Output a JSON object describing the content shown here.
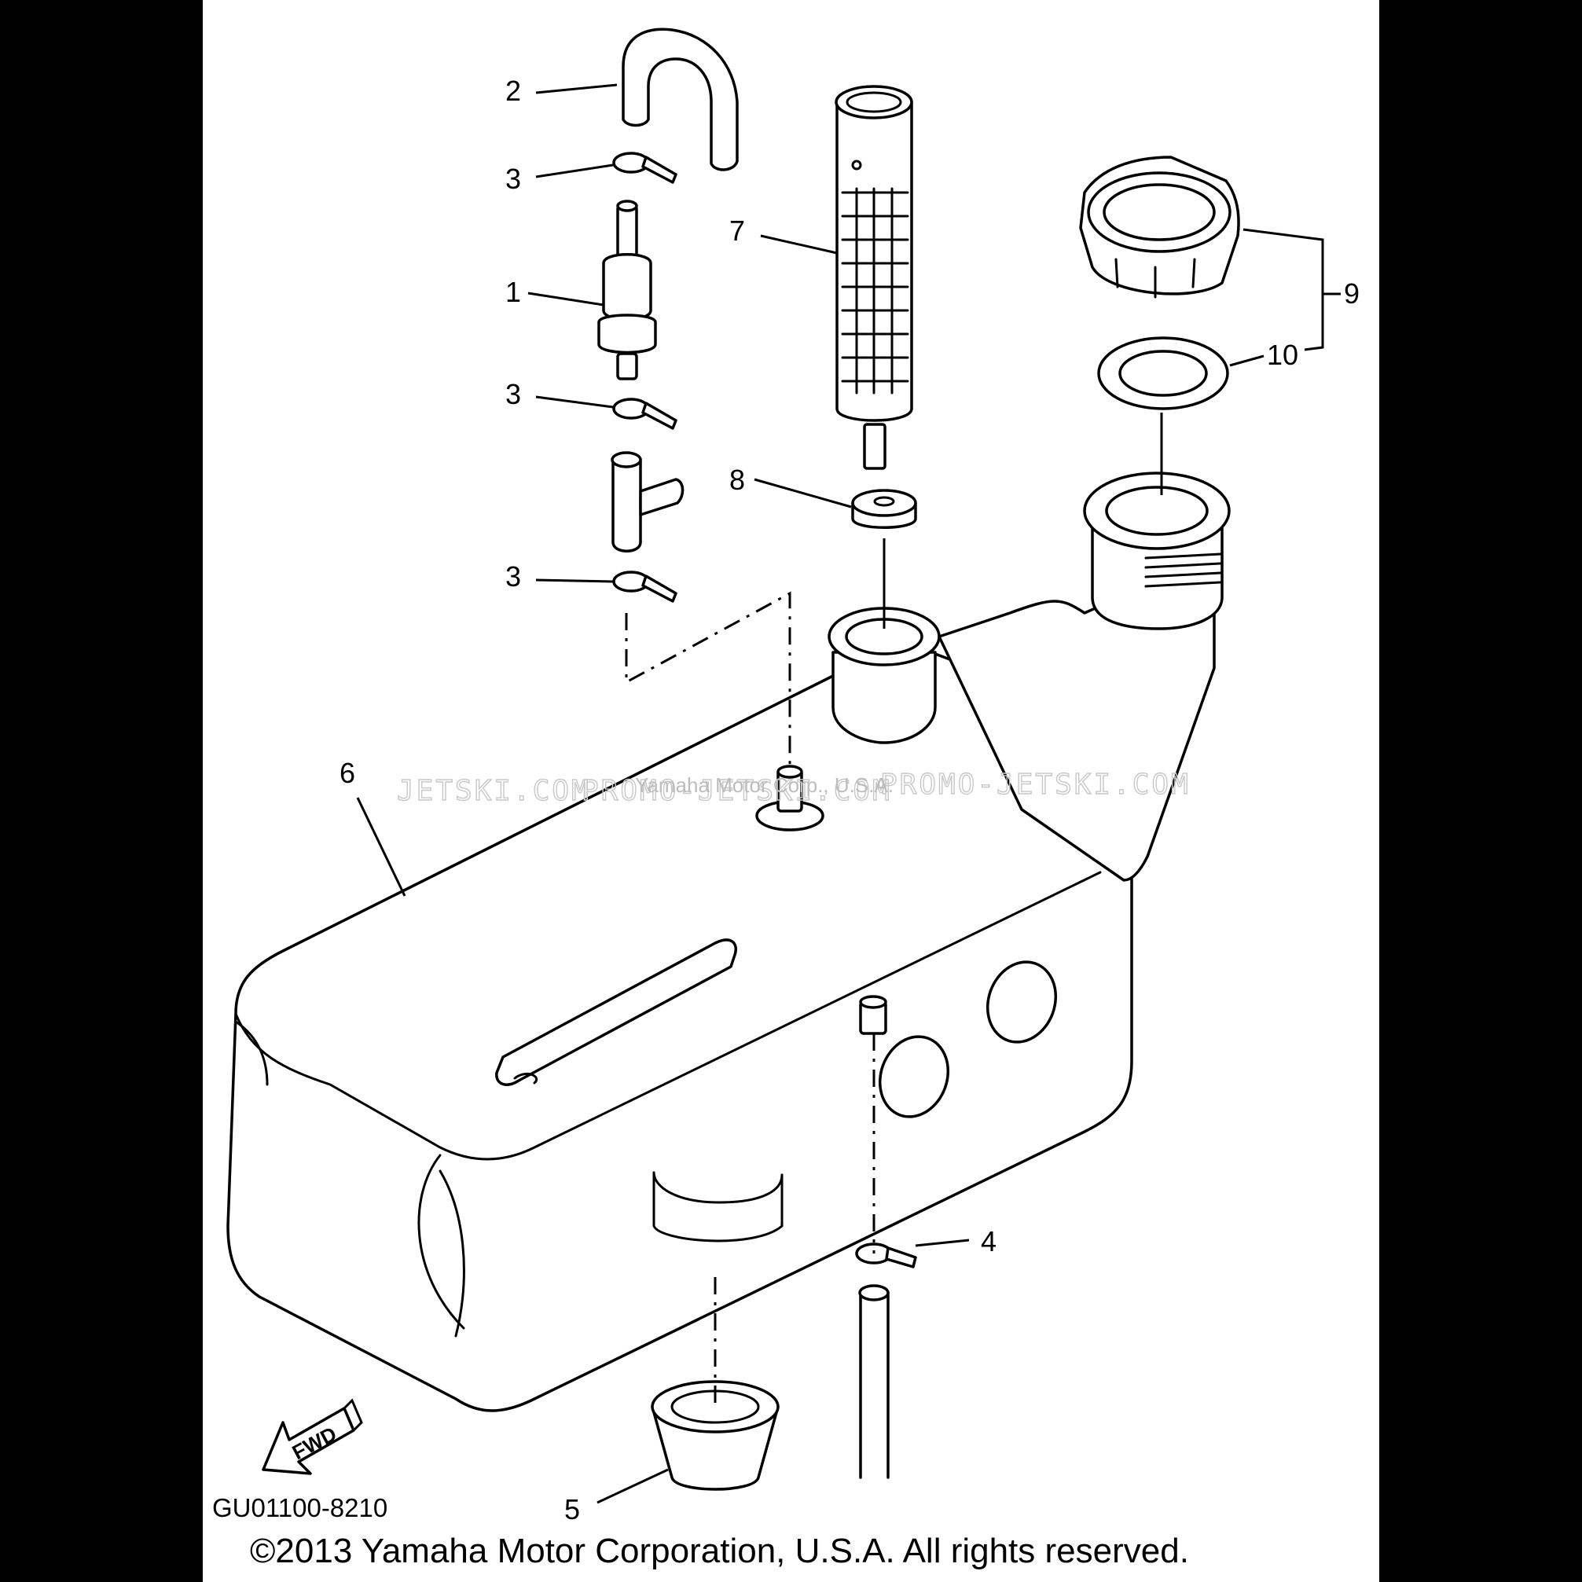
{
  "callouts": {
    "p1": "1",
    "p2": "2",
    "p3a": "3",
    "p3b": "3",
    "p3c": "3",
    "p4": "4",
    "p5": "5",
    "p6": "6",
    "p7": "7",
    "p8": "8",
    "p9": "9",
    "p10": "10"
  },
  "watermarks": {
    "left": "JETSKI.COM",
    "middle": "PROMO-JETSKI.COM",
    "right": "PROMO-JETSKI.COM",
    "faint": "Yamaha Motor Corp., U.S.A."
  },
  "fwd_label": "FWD",
  "diagram_code": "GU01100-8210",
  "copyright": "©2013 Yamaha Motor Corporation, U.S.A. All rights reserved."
}
